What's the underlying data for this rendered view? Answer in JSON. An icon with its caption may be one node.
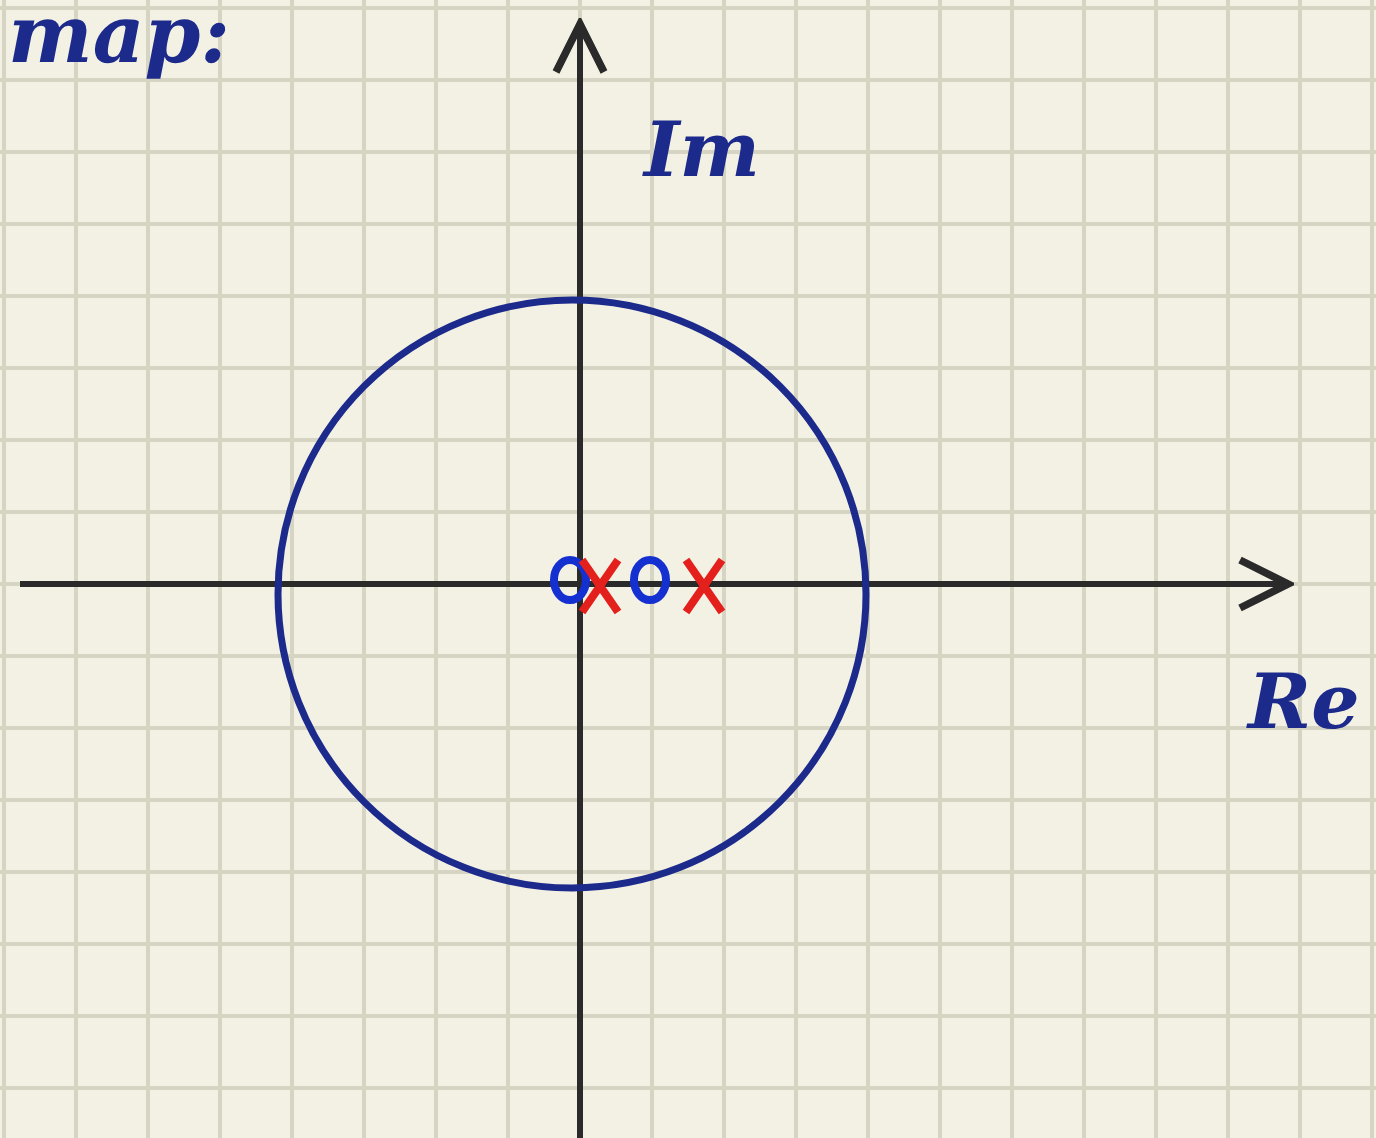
{
  "diagram": {
    "labels": [
      "map:",
      "Im",
      "Re"
    ]
  }
}
